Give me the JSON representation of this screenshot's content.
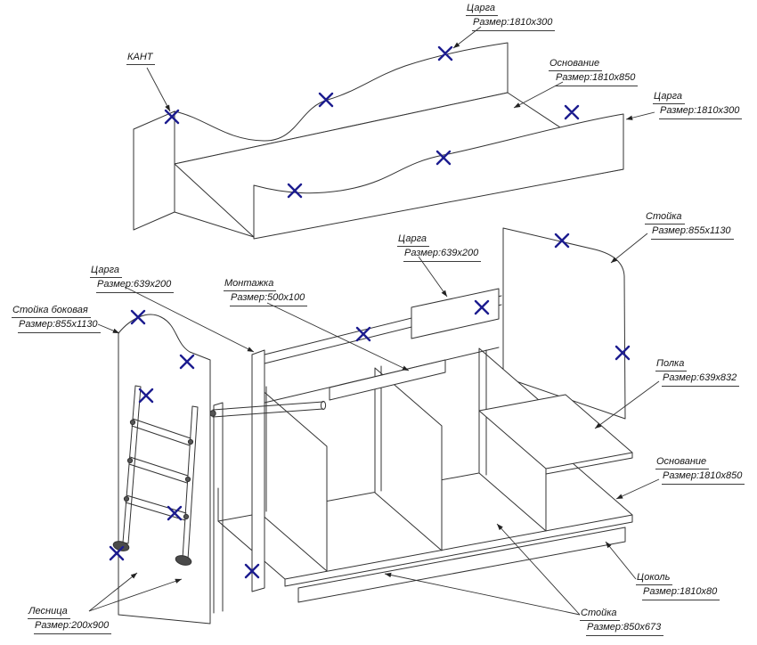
{
  "callouts": {
    "kant": {
      "name": "КАНТ"
    },
    "tsarga_top": {
      "name": "Царга",
      "size_label": "Размер:",
      "size": "1810х300"
    },
    "osnovanie_top": {
      "name": "Основание",
      "size_label": "Размер:",
      "size": "1810х850"
    },
    "tsarga_right": {
      "name": "Царга",
      "size_label": "Размер:",
      "size": "1810х300"
    },
    "stoyka_right": {
      "name": "Стойка",
      "size_label": "Размер:",
      "size": "855х1130"
    },
    "tsarga_mid": {
      "name": "Царга",
      "size_label": "Размер:",
      "size": "639х200"
    },
    "tsarga_left": {
      "name": "Царга",
      "size_label": "Размер:",
      "size": "639х200"
    },
    "montazhka": {
      "name": "Монтажка",
      "size_label": "Размер:",
      "size": "500х100"
    },
    "stoyka_bokovaya": {
      "name": "Стойка боковая",
      "size_label": "Размер:",
      "size": "855х1130"
    },
    "polka": {
      "name": "Полка",
      "size_label": "Размер:",
      "size": "639х832"
    },
    "osnovanie_bottom": {
      "name": "Основание",
      "size_label": "Размер:",
      "size": "1810х850"
    },
    "tsokol": {
      "name": "Цоколь",
      "size_label": "Размер:",
      "size": "1810х80"
    },
    "stoyka_bottom": {
      "name": "Стойка",
      "size_label": "Размер:",
      "size": "850х673"
    },
    "lesnitsa": {
      "name": "Лесница",
      "size_label": "Размер:",
      "size": "200х900"
    }
  },
  "colors": {
    "mark": "#1c1c8f",
    "line": "#333333"
  }
}
